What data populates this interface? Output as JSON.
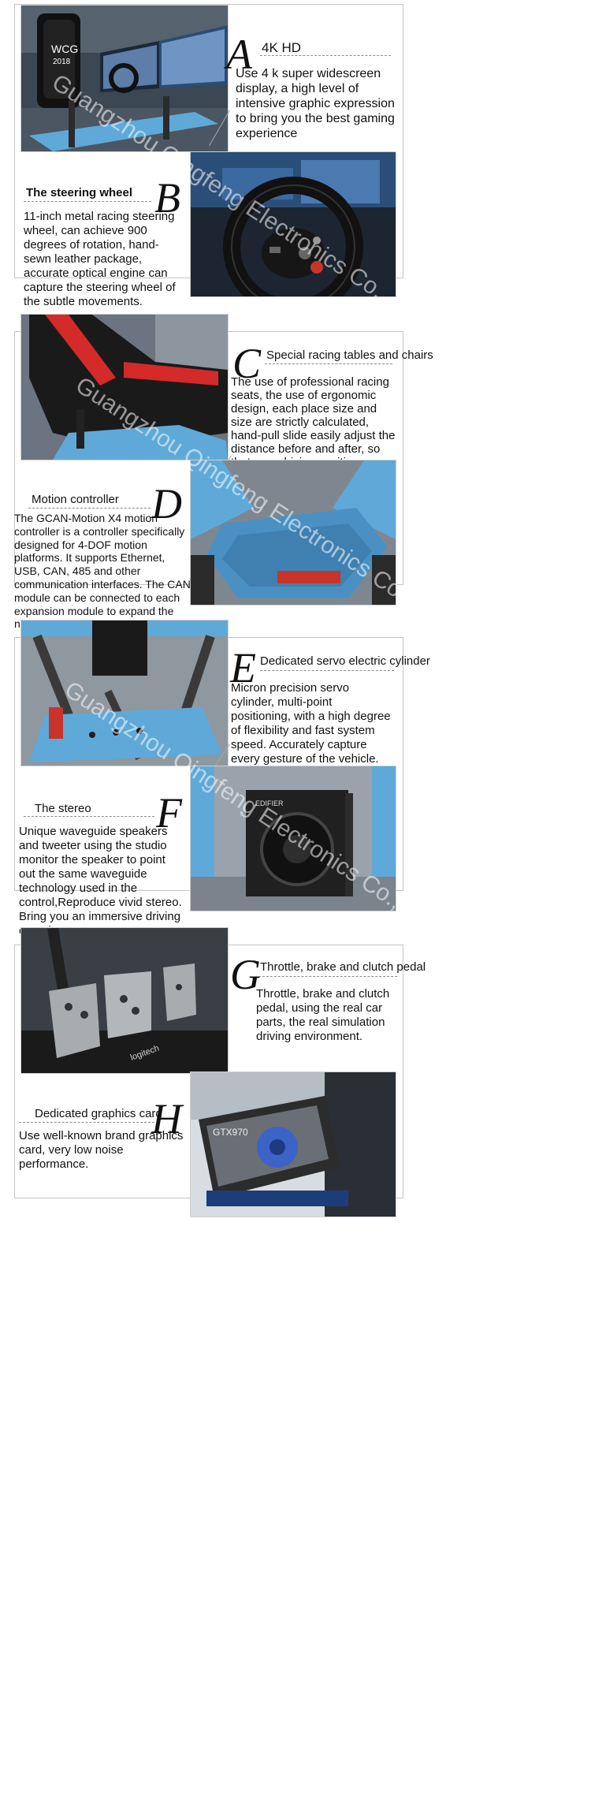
{
  "watermark": "Guangzhou Qingfeng Electronics Co., Ltd.",
  "sections": {
    "a": {
      "letter": "A",
      "title": "4K HD",
      "text": "Use 4 k super widescreen display, a high level of intensive graphic expression to bring you the best gaming experience"
    },
    "b": {
      "letter": "B",
      "title": "The steering wheel",
      "text": "11-inch metal racing steering wheel, can achieve 900 degrees of rotation, hand-sewn leather package, accurate optical engine can capture the steering wheel of the subtle movements."
    },
    "c": {
      "letter": "C",
      "title": "Special racing tables and chairs",
      "text": "The use of professional racing seats, the use of ergonomic design, each place size and size are strictly calculated, hand-pull slide easily adjust the distance before and after, so that your driving position more comfortable. To bring you a more fun game experience."
    },
    "d": {
      "letter": "D",
      "title": "Motion controller",
      "text": "The GCAN-Motion X4 motion controller is a controller specifically designed for 4-DOF motion platforms. It supports Ethernet, USB, CAN, 485 and other communication interfaces. The CAN module can be connected to each expansion module to expand the number of input and output points."
    },
    "e": {
      "letter": "E",
      "title": "Dedicated servo electric cylinder",
      "text": "Micron precision servo cylinder, multi-point positioning, with a high degree of flexibility and fast system speed. Accurately capture every gesture of the vehicle."
    },
    "f": {
      "letter": "F",
      "title": "The stereo",
      "text": "Unique waveguide speakers and tweeter using the studio monitor the speaker to point out the same waveguide technology used in the control,Reproduce vivid stereo. Bring you an immersive driving experience."
    },
    "g": {
      "letter": "G",
      "title": "Throttle, brake and clutch pedal",
      "text": "Throttle, brake and clutch pedal, using the real car parts, the real simulation driving environment."
    },
    "h": {
      "letter": "H",
      "title": "Dedicated graphics card",
      "text": "Use well-known brand graphics card, very low noise performance."
    }
  },
  "photo_labels": {
    "seat_brand": "WCG",
    "seat_year": "2018",
    "speaker_brand": "EDIFIER",
    "pedal_brand": "logitech",
    "gpu_model": "GTX970"
  },
  "colors": {
    "frame_blue": "#5fa9d8",
    "seat_red": "#d42a2a",
    "dark": "#1c1f24"
  }
}
